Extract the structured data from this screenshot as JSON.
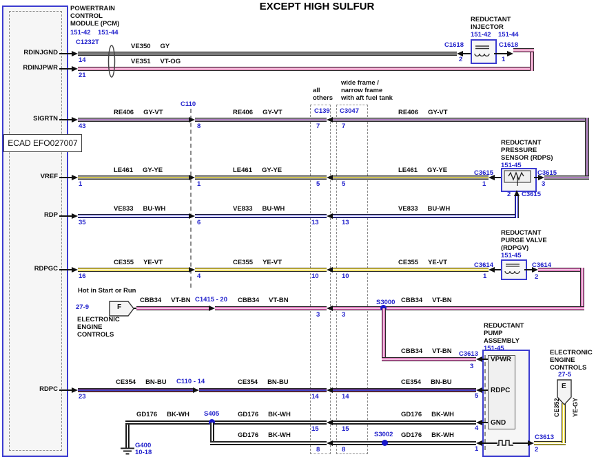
{
  "title": "EXCEPT HIGH SULFUR",
  "colors": {
    "connector_blue": "#2222cc",
    "component_border": "#3b3bd0",
    "splice": "#1818cc"
  },
  "ecad": "ECAD EFO027007",
  "pcm": {
    "name": "POWERTRAIN\nCONTROL\nMODULE (PCM)",
    "ref1": "151-42",
    "ref2": "151-44",
    "connector": "C1232T",
    "pins": {
      "rdinjgnd": {
        "label": "RDINJGND",
        "pin": "14"
      },
      "rdinjpwr": {
        "label": "RDINJPWR",
        "pin": "21"
      },
      "sigrtn": {
        "label": "SIGRTN",
        "pin": "43"
      },
      "vref": {
        "label": "VREF",
        "pin": "1"
      },
      "rdp": {
        "label": "RDP",
        "pin": "35"
      },
      "rdpgc": {
        "label": "RDPGC",
        "pin": "16"
      },
      "rdpc": {
        "label": "RDPC",
        "pin": "23"
      }
    }
  },
  "wires": {
    "ve350": {
      "circuit": "VE350",
      "color": "GY"
    },
    "ve351": {
      "circuit": "VE351",
      "color": "VT-OG"
    },
    "re406": {
      "circuit": "RE406",
      "color": "GY-VT"
    },
    "le461": {
      "circuit": "LE461",
      "color": "GY-YE"
    },
    "ve833": {
      "circuit": "VE833",
      "color": "BU-WH"
    },
    "ce355": {
      "circuit": "CE355",
      "color": "YE-VT"
    },
    "cbb34": {
      "circuit": "CBB34",
      "color": "VT-BN"
    },
    "ce354": {
      "circuit": "CE354",
      "color": "BN-BU"
    },
    "gd176": {
      "circuit": "GD176",
      "color": "BK-WH"
    },
    "ce352": {
      "circuit": "CE352",
      "color": "YE-GY"
    }
  },
  "c110": {
    "label": "C110",
    "inline_rdpc": "C110 - 14",
    "pins": {
      "re406": "8",
      "le461": "1",
      "ve833": "6",
      "ce355": "4"
    }
  },
  "c139": {
    "label": "C139",
    "caption": "all\nothers",
    "pins": {
      "re406": "7",
      "le461": "5",
      "ve833": "13",
      "ce355": "10",
      "cbb34": "3",
      "ce354": "14",
      "gd176a": "15",
      "gd176b": "8"
    }
  },
  "c3047": {
    "label": "C3047",
    "caption": "wide frame /\nnarrow frame\nwith aft fuel tank",
    "pins": {
      "re406": "7",
      "le461": "5",
      "ve833": "13",
      "ce355": "10",
      "cbb34": "3",
      "ce354": "14",
      "gd176a": "15",
      "gd176b": "8"
    }
  },
  "injector": {
    "name": "REDUCTANT\nINJECTOR",
    "ref1": "151-42",
    "ref2": "151-44",
    "conn_left": "C1618",
    "pin_left": "2",
    "conn_right": "C1618",
    "pin_right": "1"
  },
  "rdps": {
    "name": "REDUCTANT\nPRESSURE\nSENSOR (RDPS)",
    "ref": "151-45",
    "conn_left": "C3615",
    "pin_left": "1",
    "conn_right": "C3615",
    "pin_right": "3",
    "pin_bottom": "2",
    "conn_bottom": "C3615"
  },
  "rdpgv": {
    "name": "REDUCTANT\nPURGE VALVE\n(RDPGV)",
    "ref": "151-45",
    "conn_left": "C3614",
    "pin_left": "1",
    "conn_right": "C3614",
    "pin_right": "2"
  },
  "pump": {
    "name": "REDUCTANT\nPUMP\nASSEMBLY",
    "ref": "151-45",
    "conn": "C3613",
    "vpwr": "VPWR",
    "rdpc": "RDPC",
    "gnd": "GND",
    "pin_vpwr": "3",
    "pin_rdpc": "5",
    "pin_gnd": "4",
    "pin_sig": "1",
    "conn_out": "C3613",
    "pin_out": "2"
  },
  "eec_f": {
    "hot": "Hot in Start or Run",
    "ref": "27-9",
    "letter": "F",
    "name": "ELECTRONIC\nENGINE\nCONTROLS",
    "conn": "C1415 - 20"
  },
  "eec_e": {
    "ref": "27-5",
    "letter": "E",
    "name": "ELECTRONIC\nENGINE\nCONTROLS"
  },
  "splices": {
    "s3000": "S3000",
    "s405": "S405",
    "s3002": "S3002"
  },
  "ground": {
    "label": "G400",
    "ref": "10-18"
  }
}
